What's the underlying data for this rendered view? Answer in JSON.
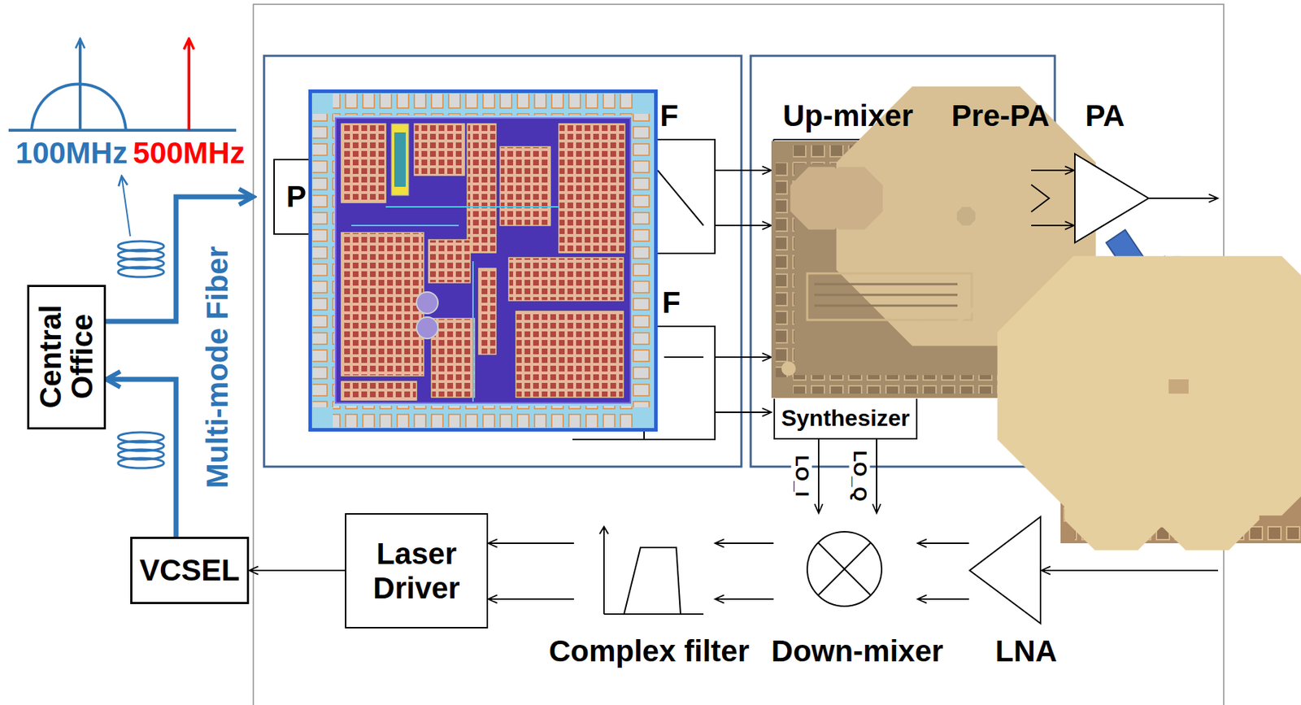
{
  "diagram": {
    "nodes": [
      {
        "text": [
          "Central Office"
        ]
      },
      {
        "text": [
          "VCSEL"
        ]
      },
      {
        "text": [
          "Laser Driver"
        ]
      },
      {
        "text": [
          "Complex filter"
        ]
      },
      {
        "text": [
          "Down-mixer"
        ]
      },
      {
        "text": [
          "LNA"
        ]
      },
      {
        "text": [
          "Synthesizer"
        ]
      },
      {
        "text": [
          "PA"
        ]
      }
    ],
    "edges": [
      {
        "from": 1,
        "to": 0,
        "arrow": "to"
      },
      {
        "from": 2,
        "to": 1,
        "arrow": "to"
      },
      {
        "from": 3,
        "to": 2,
        "arrow": "to"
      },
      {
        "from": 3,
        "to": 2,
        "arrow": "to"
      },
      {
        "from": 4,
        "to": 3,
        "arrow": "to"
      },
      {
        "from": 4,
        "to": 3,
        "arrow": "to"
      },
      {
        "from": 5,
        "to": 4,
        "arrow": "to"
      },
      {
        "from": 5,
        "to": 4,
        "arrow": "to"
      },
      {
        "from": 6,
        "to": 4,
        "label": "LO_I",
        "arrow": "to"
      },
      {
        "from": 6,
        "to": 4,
        "label": "LO_Q",
        "arrow": "to"
      }
    ],
    "labels": [
      "100MHz",
      "500MHz",
      "Multi-mode Fiber",
      "P",
      "F",
      "F",
      "Up-mixer",
      "Pre-PA"
    ]
  }
}
